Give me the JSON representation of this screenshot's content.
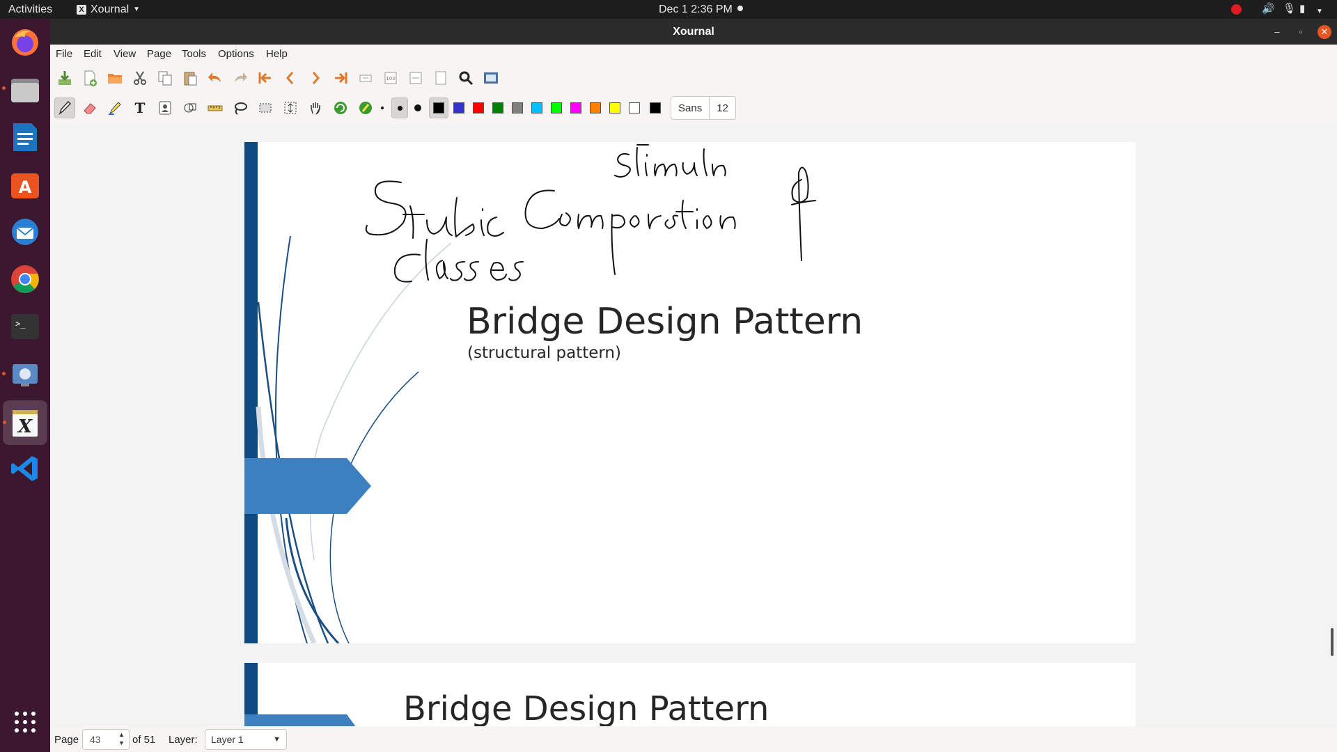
{
  "topbar": {
    "activities": "Activities",
    "app_menu": "Xournal",
    "clock": "Dec 1  2:36 PM"
  },
  "window": {
    "title": "Xournal"
  },
  "menu": [
    "File",
    "Edit",
    "View",
    "Page",
    "Tools",
    "Options",
    "Help"
  ],
  "toolbar": {
    "font_name": "Sans",
    "font_size": "12",
    "colors": [
      "#000000",
      "#3333cc",
      "#ff0000",
      "#008000",
      "#808080",
      "#00c0ff",
      "#00ff00",
      "#ff00ff",
      "#ff8000",
      "#ffff00",
      "#ffffff",
      "#000000"
    ]
  },
  "slides": {
    "page1_title": "Bridge Design Pattern",
    "page1_subtitle": "(structural pattern)",
    "page2_title": "Bridge Design Pattern"
  },
  "handwriting": {
    "words": [
      "Static",
      "Composition",
      "Stimulu",
      "of",
      "classes"
    ]
  },
  "statusbar": {
    "page_label": "Page",
    "page_value": "43",
    "page_total": "of 51",
    "layer_label": "Layer:",
    "layer_value": "Layer 1"
  },
  "dock": [
    "firefox-icon",
    "files-icon",
    "writer-icon",
    "software-icon",
    "thunderbird-icon",
    "chrome-icon",
    "terminal-icon",
    "screenshot-icon",
    "xournal-icon",
    "vscode-icon",
    "show-apps-icon"
  ]
}
